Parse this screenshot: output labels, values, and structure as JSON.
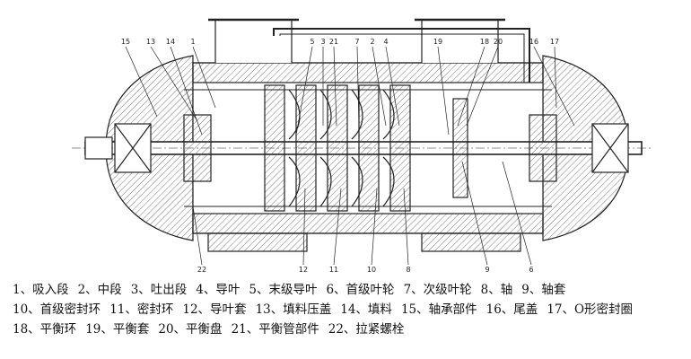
{
  "diagram": {
    "callouts_top": [
      "15",
      "13",
      "14",
      "1",
      "5",
      "3",
      "21",
      "7",
      "2",
      "4",
      "19",
      "18",
      "20",
      "16",
      "17"
    ],
    "callouts_bottom": [
      "22",
      "12",
      "11",
      "10",
      "8",
      "9",
      "6"
    ]
  },
  "legend": {
    "lines": [
      [
        "1、吸入段",
        "2、中段",
        "3、吐出段",
        "4、导叶",
        "5、末级导叶",
        "6、首级叶轮",
        "7、次级叶轮",
        "8、轴",
        "9、轴套"
      ],
      [
        "10、首级密封环",
        "11、密封环",
        "12、导叶套",
        "13、填料压盖",
        "14、填料",
        "15、轴承部件",
        "16、尾盖",
        "17、O形密封圈"
      ],
      [
        "18、平衡环",
        "19、平衡套",
        "20、平衡盘",
        "21、平衡管部件",
        "22、拉紧螺栓"
      ]
    ]
  },
  "colors": {
    "line": "#222222",
    "hatch": "#555555"
  }
}
